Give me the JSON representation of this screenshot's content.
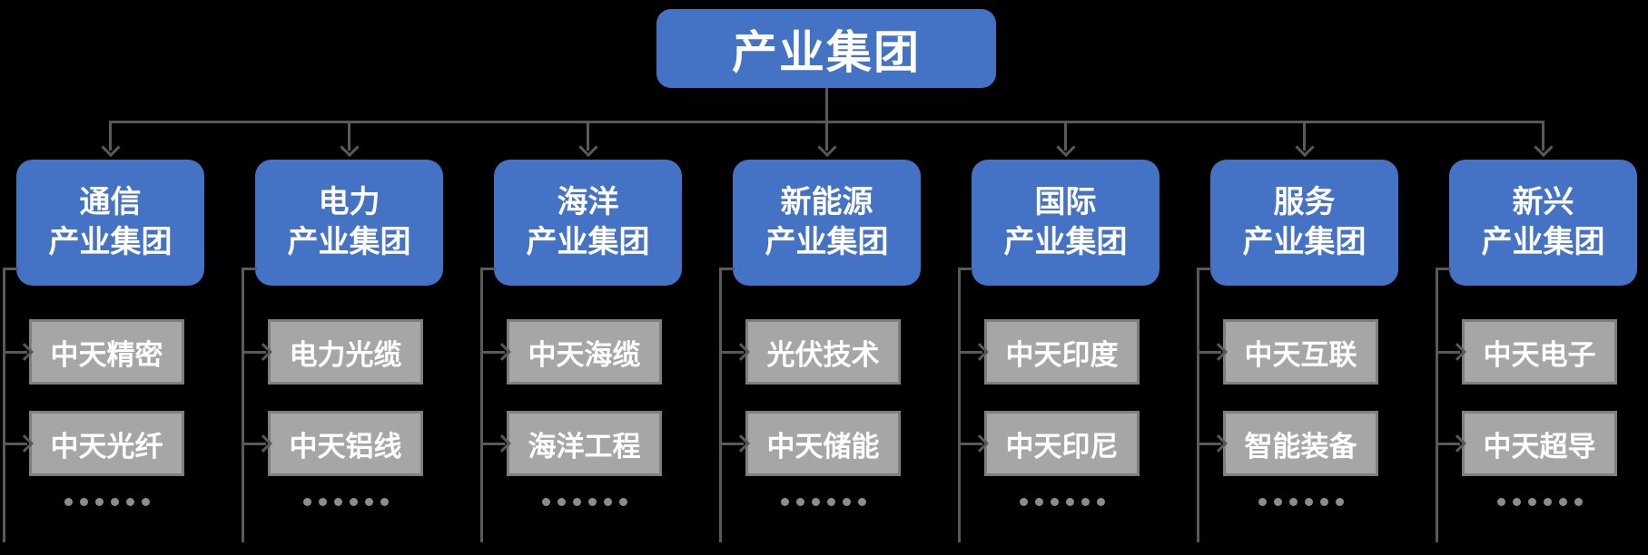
{
  "diagram": {
    "root": {
      "label": "产业集团"
    },
    "ellipsis": "......",
    "colors": {
      "node_blue": "#4472C4",
      "child_gray_fill": "#A6A6A6",
      "child_gray_border": "#7F7F7F",
      "connector_gray": "#595959",
      "text": "#FFFFFF",
      "background": "#000000"
    },
    "branches": [
      {
        "label_line1": "通信",
        "label_line2": "产业集团",
        "children": [
          "中天精密",
          "中天光纤"
        ]
      },
      {
        "label_line1": "电力",
        "label_line2": "产业集团",
        "children": [
          "电力光缆",
          "中天铝线"
        ]
      },
      {
        "label_line1": "海洋",
        "label_line2": "产业集团",
        "children": [
          "中天海缆",
          "海洋工程"
        ]
      },
      {
        "label_line1": "新能源",
        "label_line2": "产业集团",
        "children": [
          "光伏技术",
          "中天储能"
        ]
      },
      {
        "label_line1": "国际",
        "label_line2": "产业集团",
        "children": [
          "中天印度",
          "中天印尼"
        ]
      },
      {
        "label_line1": "服务",
        "label_line2": "产业集团",
        "children": [
          "中天互联",
          "智能装备"
        ]
      },
      {
        "label_line1": "新兴",
        "label_line2": "产业集团",
        "children": [
          "中天电子",
          "中天超导"
        ]
      }
    ]
  }
}
